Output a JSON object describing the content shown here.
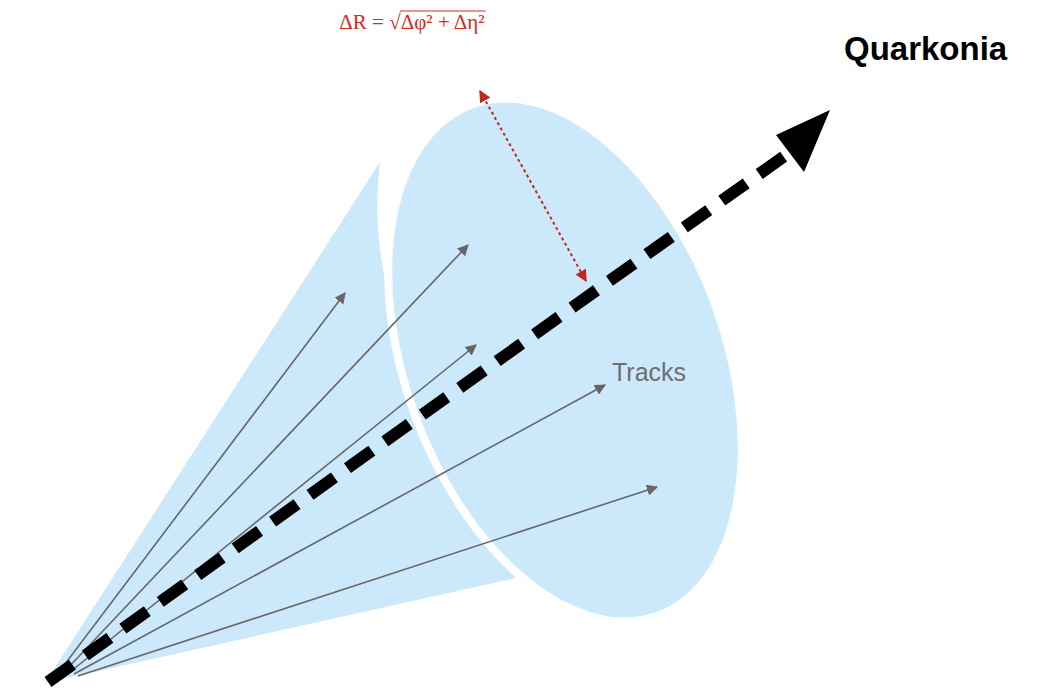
{
  "diagram": {
    "labels": [
      "ΔR = √Δφ² + Δη²",
      "Quarkonia",
      "Tracks"
    ]
  }
}
